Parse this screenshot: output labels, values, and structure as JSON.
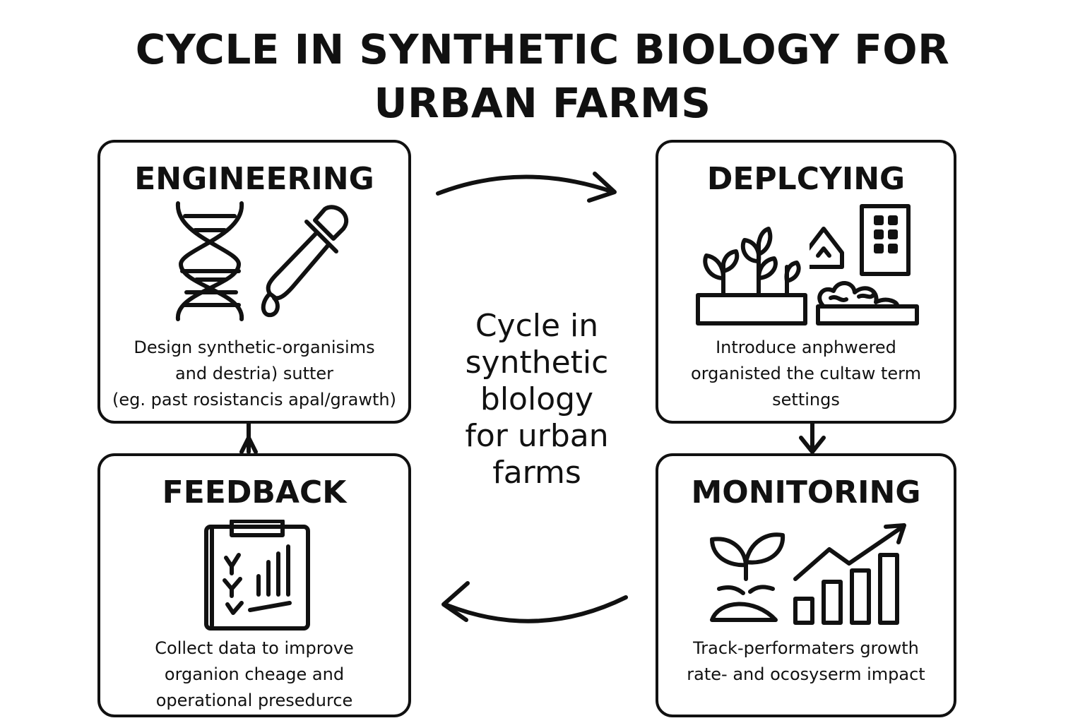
{
  "title": {
    "line1": "CYCLE IN SYNTHETIC BIOLOGY FOR",
    "line2": "URBAN FARMS"
  },
  "center": {
    "lines": [
      "Cycle in",
      "synthetic",
      "blology",
      "for urban",
      "farms"
    ]
  },
  "stages": {
    "engineering": {
      "title": "ENGINEERING",
      "desc": [
        "Design synthetic-organisims",
        "and destria) sutter",
        "(eg. past rosistancis apal/grawth)"
      ],
      "icons": [
        "dna-icon",
        "dropper-icon"
      ]
    },
    "deploying": {
      "title": "DEPLCYING",
      "desc": [
        "Introduce anphwered",
        "organisted the cultaw term",
        "settings"
      ],
      "icons": [
        "plants-icon",
        "buildings-icon"
      ]
    },
    "monitoring": {
      "title": "MONITORING",
      "desc": [
        "Track-performaters growth",
        "rate- and ocosyserm impact"
      ],
      "icons": [
        "sprout-icon",
        "growth-chart-icon"
      ]
    },
    "feedback": {
      "title": "FEEDBACK",
      "desc": [
        "Collect data to improve",
        "organion cheage and",
        "operational presedurce"
      ],
      "icons": [
        "clipboard-chart-icon"
      ]
    }
  },
  "colors": {
    "ink": "#111111",
    "background": "#ffffff"
  }
}
